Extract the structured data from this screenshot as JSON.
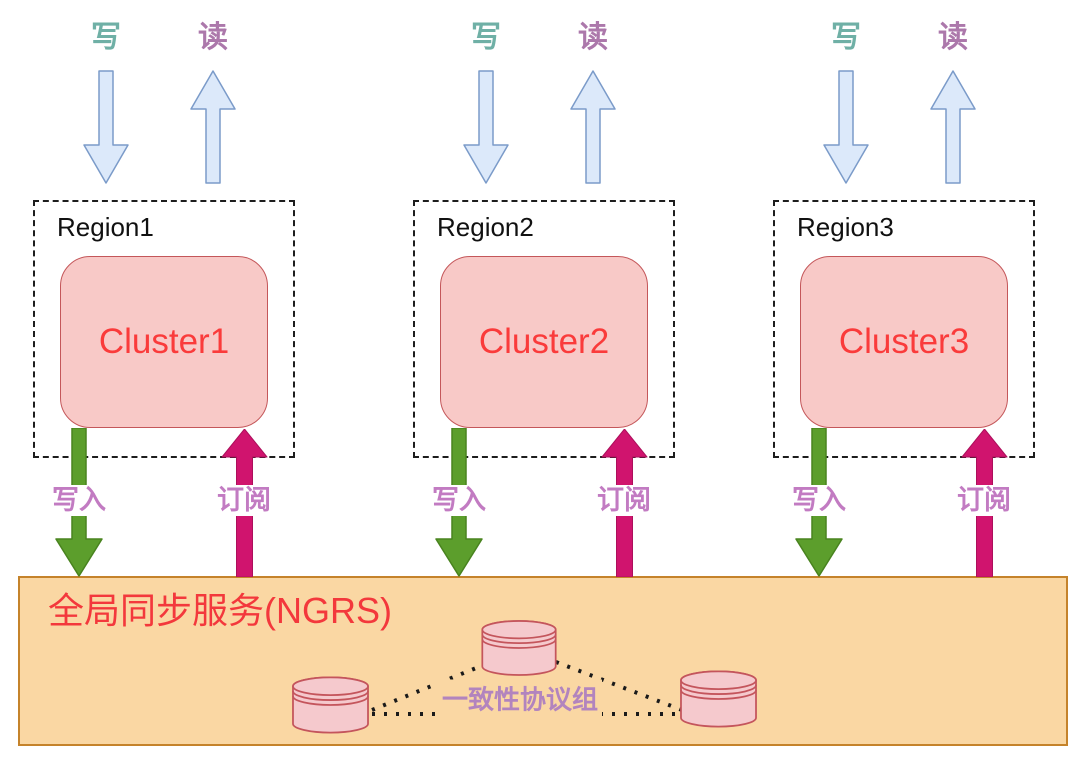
{
  "regions": [
    {
      "title": "Region1",
      "cluster_label": "Cluster1",
      "write_label": "写",
      "read_label": "读",
      "write_in_label": "写入",
      "subscribe_label": "订阅"
    },
    {
      "title": "Region2",
      "cluster_label": "Cluster2",
      "write_label": "写",
      "read_label": "读",
      "write_in_label": "写入",
      "subscribe_label": "订阅"
    },
    {
      "title": "Region3",
      "cluster_label": "Cluster3",
      "write_label": "写",
      "read_label": "读",
      "write_in_label": "写入",
      "subscribe_label": "订阅"
    }
  ],
  "service_bar": {
    "title": "全局同步服务(NGRS)",
    "consensus_group_label": "一致性协议组"
  },
  "colors": {
    "write_label": "#6FB0A6",
    "read_label": "#AC78AB",
    "blue_arrow_fill": "#DCE9FA",
    "blue_arrow_border": "#7B9BC9",
    "green_arrow": "#5C9E2C",
    "magenta_arrow": "#D0146E",
    "flow_label": "#C27BC2",
    "cluster_fill": "#F8C9C7",
    "cluster_border": "#C4575A",
    "cluster_text": "#FA3B3B",
    "service_bar_fill": "#FAD7A3",
    "service_bar_border": "#C5832B",
    "service_title": "#F3383C",
    "consensus_label": "#B284BE"
  }
}
